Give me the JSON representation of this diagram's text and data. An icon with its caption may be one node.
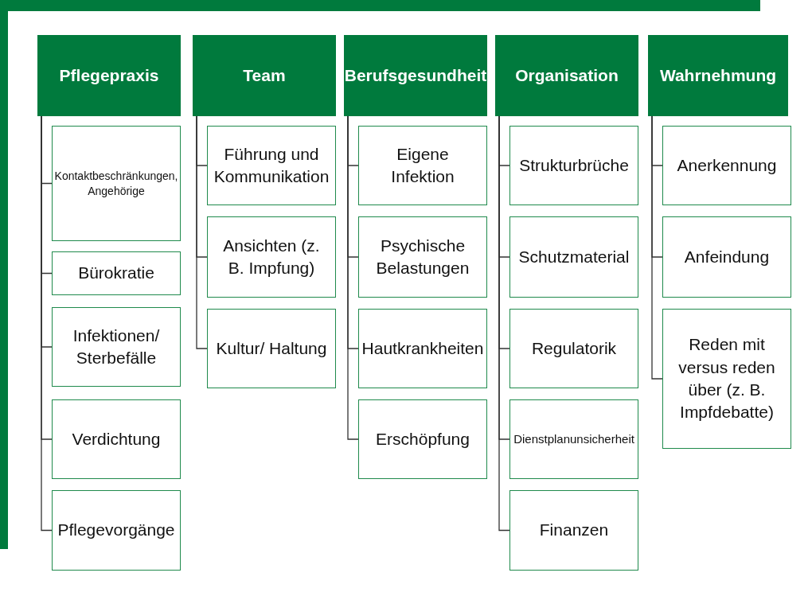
{
  "diagram": {
    "nodes": [
      {
        "text": [
          "Pflegepraxis"
        ]
      },
      {
        "text": [
          "Kontaktbeschränkungen, Angehörige"
        ]
      },
      {
        "text": [
          "Bürokratie"
        ]
      },
      {
        "text": [
          "Infektionen/ Sterbefälle"
        ]
      },
      {
        "text": [
          "Verdichtung"
        ]
      },
      {
        "text": [
          "Pflegevorgänge"
        ]
      },
      {
        "text": [
          "Team"
        ]
      },
      {
        "text": [
          "Führung und Kommunikation"
        ]
      },
      {
        "text": [
          "Ansichten (z. B. Impfung)"
        ]
      },
      {
        "text": [
          "Kultur/ Haltung"
        ]
      },
      {
        "text": [
          "Berufsgesundheit"
        ]
      },
      {
        "text": [
          "Eigene Infektion"
        ]
      },
      {
        "text": [
          "Psychische Belastungen"
        ]
      },
      {
        "text": [
          "Hautkrankheiten"
        ]
      },
      {
        "text": [
          "Erschöpfung"
        ]
      },
      {
        "text": [
          "Organisation"
        ]
      },
      {
        "text": [
          "Strukturbrüche"
        ]
      },
      {
        "text": [
          "Schutzmaterial"
        ]
      },
      {
        "text": [
          "Regulatorik"
        ]
      },
      {
        "text": [
          "Dienstplanunsicherheit"
        ]
      },
      {
        "text": [
          "Finanzen"
        ]
      },
      {
        "text": [
          "Wahrnehmung"
        ]
      },
      {
        "text": [
          "Anerkennung"
        ]
      },
      {
        "text": [
          "Anfeindung"
        ]
      },
      {
        "text": [
          "Reden mit versus reden über (z. B. Impfdebatte)"
        ]
      }
    ],
    "edges": [
      {
        "from": 0,
        "to": 1,
        "arrow": "none"
      },
      {
        "from": 0,
        "to": 2,
        "arrow": "none"
      },
      {
        "from": 0,
        "to": 3,
        "arrow": "none"
      },
      {
        "from": 0,
        "to": 4,
        "arrow": "none"
      },
      {
        "from": 0,
        "to": 5,
        "arrow": "none"
      },
      {
        "from": 6,
        "to": 7,
        "arrow": "none"
      },
      {
        "from": 6,
        "to": 8,
        "arrow": "none"
      },
      {
        "from": 6,
        "to": 9,
        "arrow": "none"
      },
      {
        "from": 10,
        "to": 11,
        "arrow": "none"
      },
      {
        "from": 10,
        "to": 12,
        "arrow": "none"
      },
      {
        "from": 10,
        "to": 13,
        "arrow": "none"
      },
      {
        "from": 10,
        "to": 14,
        "arrow": "none"
      },
      {
        "from": 15,
        "to": 16,
        "arrow": "none"
      },
      {
        "from": 15,
        "to": 17,
        "arrow": "none"
      },
      {
        "from": 15,
        "to": 18,
        "arrow": "none"
      },
      {
        "from": 15,
        "to": 19,
        "arrow": "none"
      },
      {
        "from": 15,
        "to": 20,
        "arrow": "none"
      },
      {
        "from": 21,
        "to": 22,
        "arrow": "none"
      },
      {
        "from": 21,
        "to": 23,
        "arrow": "none"
      },
      {
        "from": 21,
        "to": 24,
        "arrow": "none"
      }
    ]
  }
}
